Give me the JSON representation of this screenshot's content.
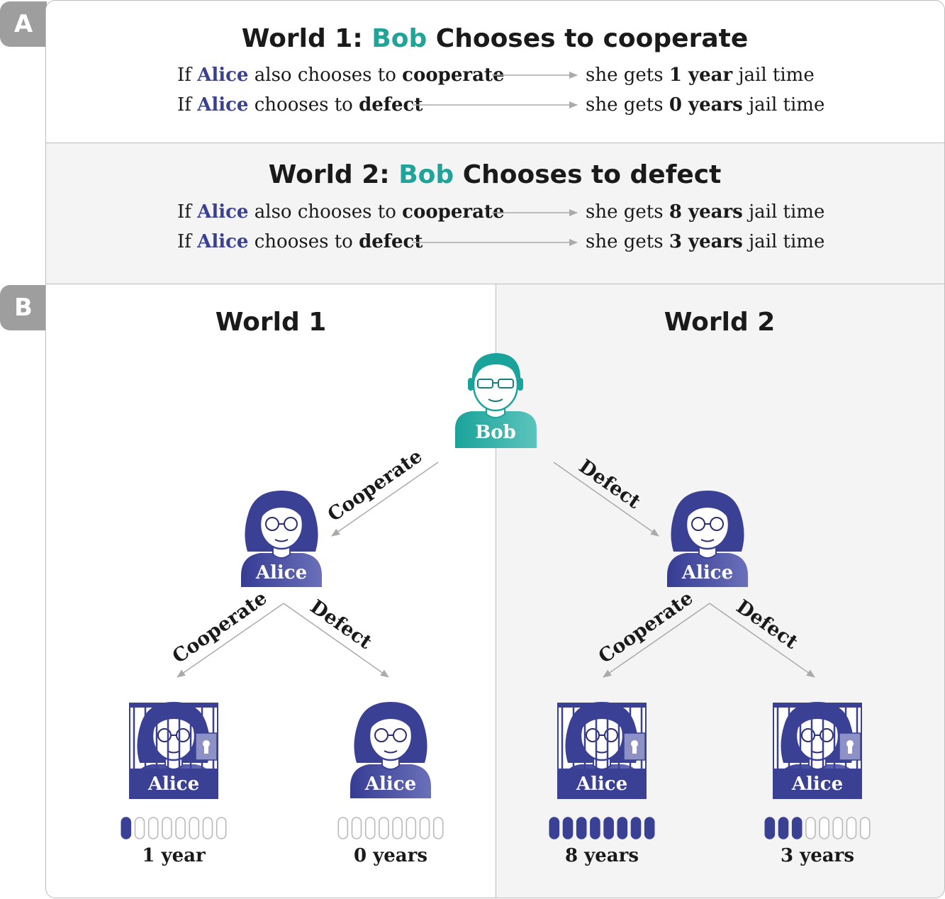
{
  "tabs": {
    "a": "A",
    "b": "B"
  },
  "colors": {
    "bob": "#20a49a",
    "alice": "#3a4094",
    "arrow": "#aaaaaa",
    "panel_gray": "#f4f4f4"
  },
  "section_a": {
    "worlds": [
      {
        "title_prefix": "World 1:",
        "title_bob": "Bob",
        "title_suffix": "Chooses to cooperate",
        "rows": [
          {
            "if": "If",
            "alice": "Alice",
            "middle": "also chooses to",
            "choice": "cooperate",
            "gets": "she gets",
            "years": "1 year",
            "tail": "jail time"
          },
          {
            "if": "If",
            "alice": "Alice",
            "middle": "chooses to",
            "choice": "defect",
            "gets": "she gets",
            "years": "0 years",
            "tail": "jail time"
          }
        ]
      },
      {
        "title_prefix": "World 2:",
        "title_bob": "Bob",
        "title_suffix": "Chooses to defect",
        "rows": [
          {
            "if": "If",
            "alice": "Alice",
            "middle": "also chooses to",
            "choice": "cooperate",
            "gets": "she gets",
            "years": "8 years",
            "tail": "jail time"
          },
          {
            "if": "If",
            "alice": "Alice",
            "middle": "chooses to",
            "choice": "defect",
            "gets": "she gets",
            "years": "3 years",
            "tail": "jail time"
          }
        ]
      }
    ]
  },
  "section_b": {
    "world1_title": "World 1",
    "world2_title": "World 2",
    "bob_label": "Bob",
    "alice_label": "Alice",
    "edges": {
      "bob_left": "Cooperate",
      "bob_right": "Defect",
      "cooperate": "Cooperate",
      "defect": "Defect"
    },
    "outcomes": [
      {
        "label": "1 year",
        "years": 1,
        "jailed": true
      },
      {
        "label": "0 years",
        "years": 0,
        "jailed": false
      },
      {
        "label": "8 years",
        "years": 8,
        "jailed": true
      },
      {
        "label": "3 years",
        "years": 3,
        "jailed": true
      }
    ],
    "max_years": 8
  }
}
